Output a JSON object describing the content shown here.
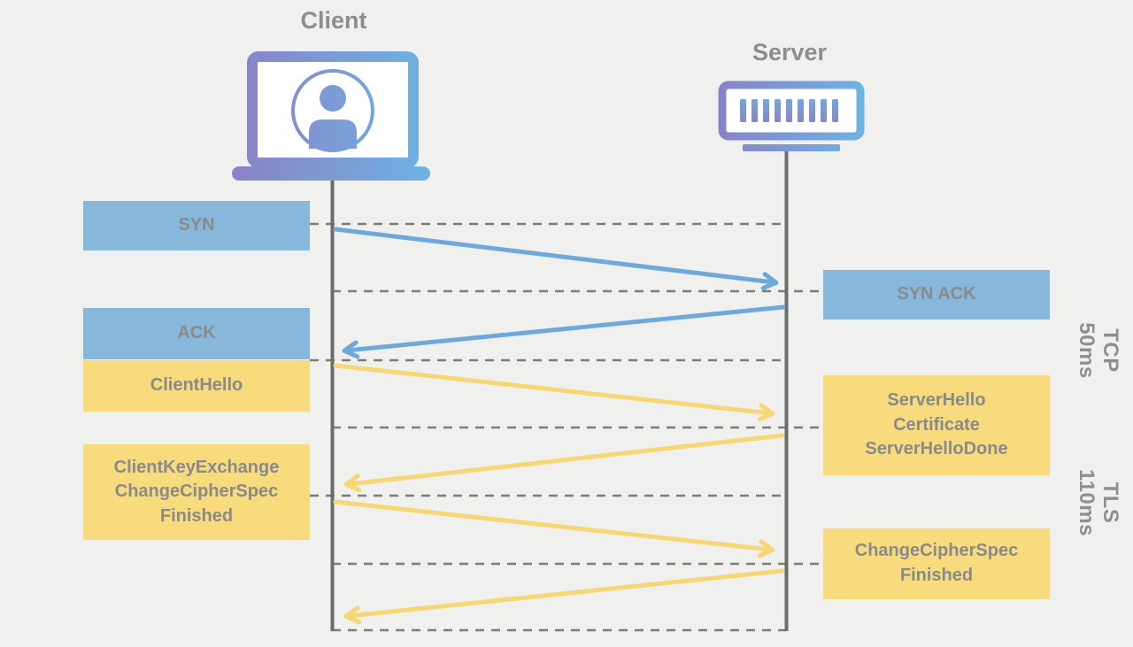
{
  "diagram": {
    "type": "sequence-diagram",
    "subject": "TCP and TLS handshake between client and server",
    "actors": {
      "client": {
        "label": "Client",
        "icon": "laptop-user-icon"
      },
      "server": {
        "label": "Server",
        "icon": "server-rack-icon"
      }
    },
    "messages": [
      {
        "label": "SYN",
        "from": "client",
        "to": "server",
        "protocol": "TCP",
        "color": "#87b8dc"
      },
      {
        "label": "SYN ACK",
        "from": "server",
        "to": "client",
        "protocol": "TCP",
        "color": "#87b8dc"
      },
      {
        "label": "ACK",
        "from": "client",
        "to": "server",
        "protocol": "TCP",
        "color": "#87b8dc"
      },
      {
        "label": "ClientHello",
        "from": "client",
        "to": "server",
        "protocol": "TLS",
        "color": "#f8db7d"
      },
      {
        "label": "ServerHello\nCertificate\nServerHelloDone",
        "from": "server",
        "to": "client",
        "protocol": "TLS",
        "color": "#f8db7d"
      },
      {
        "label": "ClientKeyExchange\nChangeCipherSpec\nFinished",
        "from": "client",
        "to": "server",
        "protocol": "TLS",
        "color": "#f8db7d"
      },
      {
        "label": "ChangeCipherSpec\nFinished",
        "from": "server",
        "to": "client",
        "protocol": "TLS",
        "color": "#f8db7d"
      }
    ],
    "phases": [
      {
        "label": "TCP\n50ms",
        "duration": "50ms",
        "protocol": "TCP"
      },
      {
        "label": "TLS\n110ms",
        "duration": "110ms",
        "protocol": "TLS"
      }
    ],
    "colors": {
      "background": "#f0f0ef",
      "tcp_box_blue": "#87b8dc",
      "tls_box_yellow": "#f8db7d",
      "arrow_blue": "#6fa9dc",
      "arrow_yellow": "#f7d675",
      "text_gray": "#8a8a8a",
      "lifeline_gray": "#6c6c6c",
      "dash_gray": "#7c7c7c",
      "icon_gradient_purple": "#8a82c6",
      "icon_gradient_blue": "#6db4e3"
    }
  }
}
